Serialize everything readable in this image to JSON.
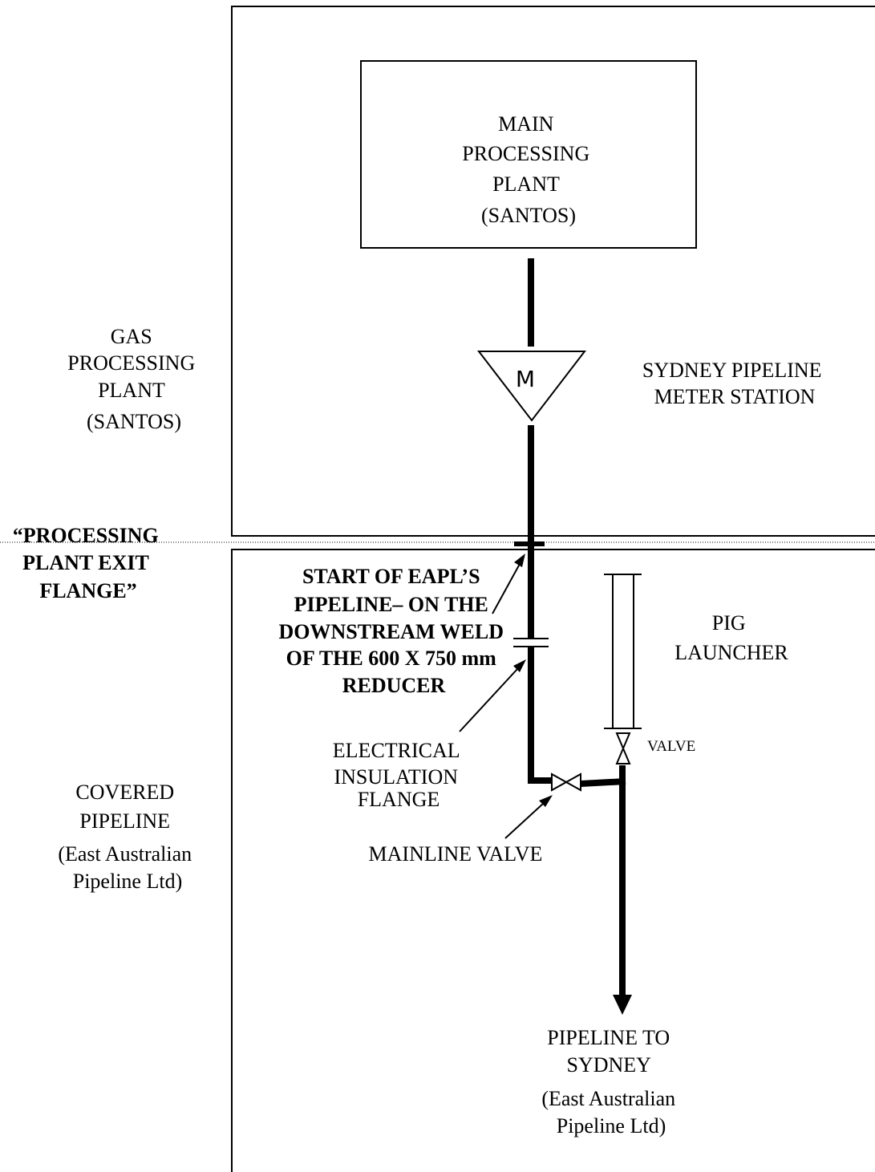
{
  "labels": {
    "main_plant": [
      "MAIN",
      "PROCESSING",
      "PLANT",
      "(SANTOS)"
    ],
    "gas_plant": [
      "GAS",
      "PROCESSING",
      "PLANT",
      "(SANTOS)"
    ],
    "meter_station": [
      "SYDNEY PIPELINE",
      "METER STATION"
    ],
    "meter_symbol": "M",
    "exit_flange": [
      "“PROCESSING",
      "PLANT EXIT",
      "FLANGE”"
    ],
    "start_of_pipeline": [
      "START OF EAPL’S",
      "PIPELINE– ON THE",
      "DOWNSTREAM WELD",
      "OF THE 600 X 750 mm",
      "REDUCER"
    ],
    "pig_launcher": [
      "PIG",
      "LAUNCHER"
    ],
    "valve": "VALVE",
    "insulation_flange": [
      "ELECTRICAL",
      "INSULATION",
      "FLANGE"
    ],
    "covered_pipeline": [
      "COVERED",
      "PIPELINE",
      "(East Australian",
      "Pipeline Ltd)"
    ],
    "mainline_valve": "MAINLINE VALVE",
    "pipeline_to_sydney": [
      "PIPELINE TO",
      "SYDNEY",
      "(East Australian",
      "Pipeline Ltd)"
    ]
  }
}
